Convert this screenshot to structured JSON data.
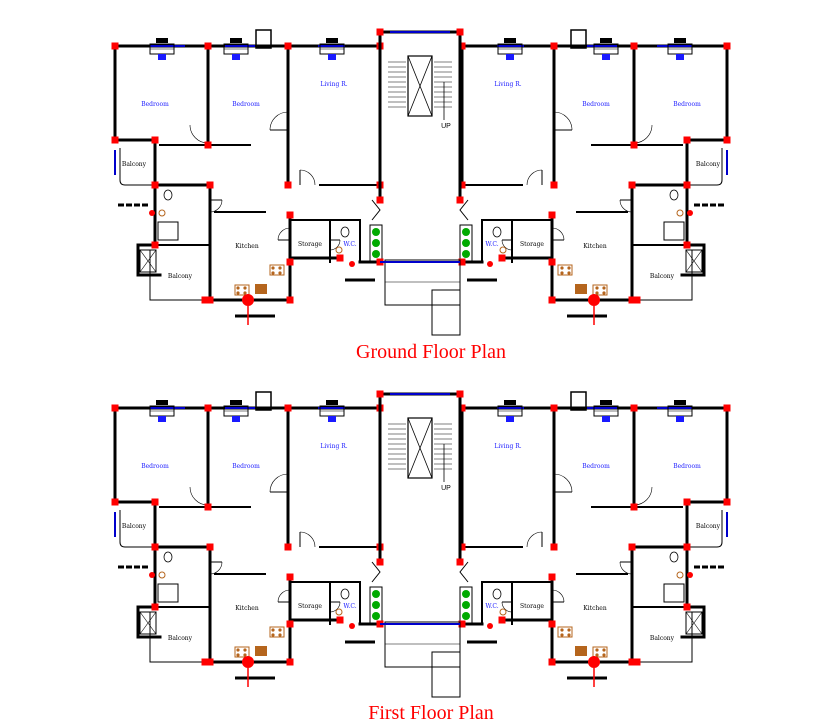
{
  "floors": [
    {
      "title": "Ground Floor Plan",
      "labels": {
        "bedroom": "Bedroom",
        "living": "Living R.",
        "balcony": "Balcony",
        "kitchen": "Kitchen",
        "storage": "Storage",
        "wc": "W.C.",
        "up": "UP"
      }
    },
    {
      "title": "First Floor Plan",
      "labels": {
        "bedroom": "Bedroom",
        "living": "Living R.",
        "balcony": "Balcony",
        "kitchen": "Kitchen",
        "storage": "Storage",
        "wc": "W.C.",
        "up": "UP"
      }
    }
  ],
  "colors": {
    "wall": "#000000",
    "column": "#ff0000",
    "room_label": "#1a1aff",
    "title": "#ff0000",
    "window": "#0000cc",
    "planter": "#00aa00",
    "fixture": "#b5651d"
  }
}
